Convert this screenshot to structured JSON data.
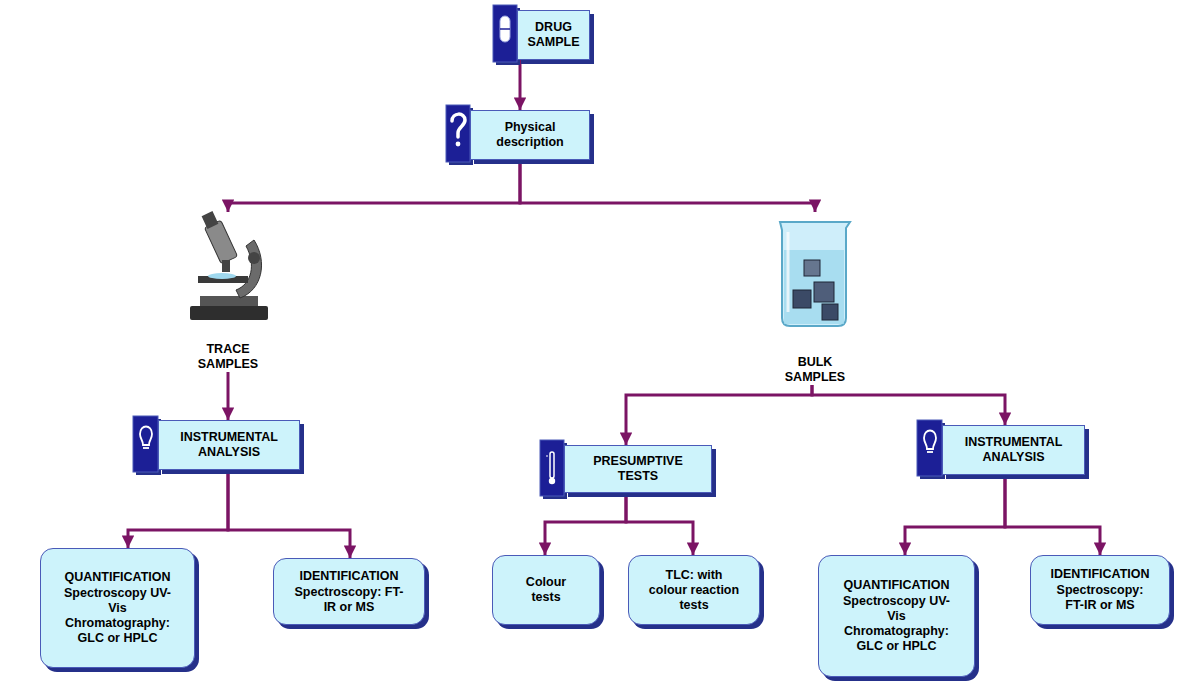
{
  "diagram": {
    "nodes": [
      {
        "text": [
          "DRUG SAMPLE"
        ]
      },
      {
        "text": [
          "Physical description"
        ]
      },
      {
        "text": [
          "TRACE SAMPLES"
        ]
      },
      {
        "text": [
          "BULK SAMPLES"
        ]
      },
      {
        "text": [
          "INSTRUMENTAL ANALYSIS"
        ]
      },
      {
        "text": [
          "PRESUMPTIVE TESTS"
        ]
      },
      {
        "text": [
          "INSTRUMENTAL ANALYSIS"
        ]
      },
      {
        "text": [
          "QUANTIFICATION",
          "Spectroscopy UV-Vis Chromatography: GLC or HPLC"
        ]
      },
      {
        "text": [
          "IDENTIFICATION",
          "Spectroscopy: FT-IR or MS"
        ]
      },
      {
        "text": [
          "Colour tests"
        ]
      },
      {
        "text": [
          "TLC: with colour reaction tests"
        ]
      },
      {
        "text": [
          "QUANTIFICATION",
          "Spectroscopy UV-Vis Chromatography: GLC or HPLC"
        ]
      },
      {
        "text": [
          "IDENTIFICATION",
          "Spectroscopy: FT-IR or MS"
        ]
      }
    ],
    "edges": [
      {
        "from": 0,
        "to": 1,
        "arrow": "to"
      },
      {
        "from": 1,
        "to": 2,
        "arrow": "to"
      },
      {
        "from": 1,
        "to": 3,
        "arrow": "to"
      },
      {
        "from": 2,
        "to": 4,
        "arrow": "to"
      },
      {
        "from": 3,
        "to": 5,
        "arrow": "to"
      },
      {
        "from": 3,
        "to": 6,
        "arrow": "to"
      },
      {
        "from": 4,
        "to": 7,
        "arrow": "to"
      },
      {
        "from": 4,
        "to": 8,
        "arrow": "to"
      },
      {
        "from": 5,
        "to": 9,
        "arrow": "to"
      },
      {
        "from": 5,
        "to": 10,
        "arrow": "to"
      },
      {
        "from": 6,
        "to": 11,
        "arrow": "to"
      },
      {
        "from": 6,
        "to": 12,
        "arrow": "to"
      }
    ]
  }
}
